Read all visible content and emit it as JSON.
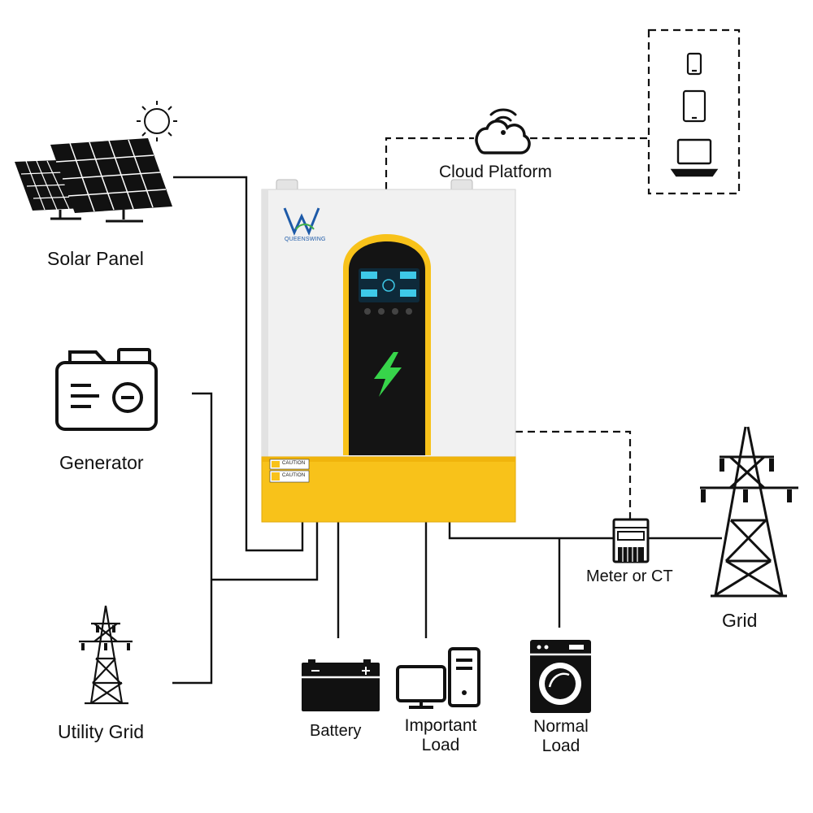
{
  "labels": {
    "solar_panel": "Solar Panel",
    "generator": "Generator",
    "utility_grid": "Utility Grid",
    "cloud_platform": "Cloud Platform",
    "meter_or_ct": "Meter or CT",
    "grid": "Grid",
    "battery": "Battery",
    "important_load_line1": "Important",
    "important_load_line2": "Load",
    "normal_load_line1": "Normal",
    "normal_load_line2": "Load"
  },
  "inverter": {
    "brand": "QUEENSWING",
    "caution_1": "CAUTION",
    "caution_2": "CAUTION"
  },
  "devices": [
    "phone-icon",
    "tablet-icon",
    "laptop-icon"
  ],
  "colors": {
    "line": "#111111",
    "inverter_body": "#f2f2f2",
    "inverter_base": "#f7c21a",
    "screen": "#111111",
    "bolt": "#37d44a"
  }
}
